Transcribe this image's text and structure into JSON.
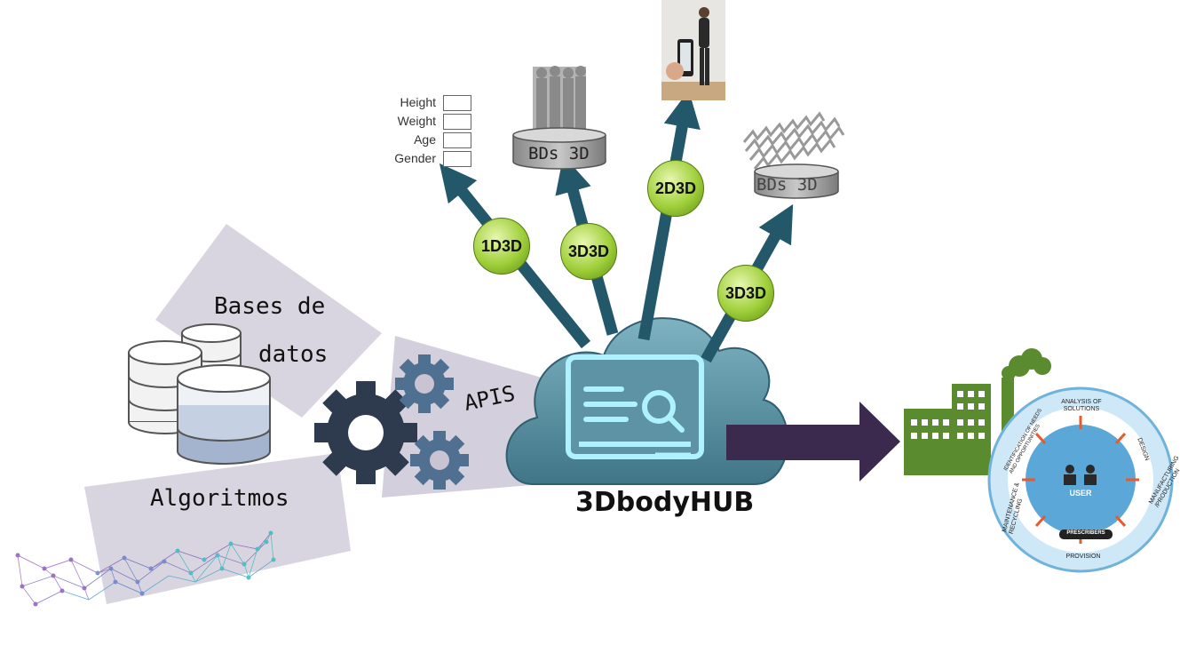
{
  "left": {
    "databases_label_line1": "Bases de",
    "databases_label_line2": "datos",
    "algorithms_label": "Algoritmos",
    "apis_label": "APIS"
  },
  "hub": {
    "title": "3DbodyHUB"
  },
  "form": {
    "fields": [
      "Height",
      "Weight",
      "Age",
      "Gender"
    ]
  },
  "connections": [
    {
      "label": "1D3D"
    },
    {
      "label": "3D3D"
    },
    {
      "label": "2D3D"
    },
    {
      "label": "3D3D"
    }
  ],
  "databases_3d": [
    {
      "label": "BDs 3D"
    },
    {
      "label": "BDs 3D"
    }
  ],
  "cycle": {
    "center": "USER",
    "badge": "PRESCRIBERS",
    "segments": [
      "ANALYSIS OF SOLUTIONS",
      "DESIGN",
      "MANUFACTURING /PRODUCTION",
      "PROVISION",
      "MAINTENANCE & RECYCLING",
      "IDENTIFICATION OF NEEDS AND OPPORTUNITIES"
    ]
  },
  "colors": {
    "arrow": "#23586a",
    "cloud": "#5a8fa0",
    "node_green": "#8cc63f",
    "factory_green": "#5a8b2e",
    "dark_arrow": "#3b2a4e",
    "cycle_blue": "#6fb3dc"
  }
}
